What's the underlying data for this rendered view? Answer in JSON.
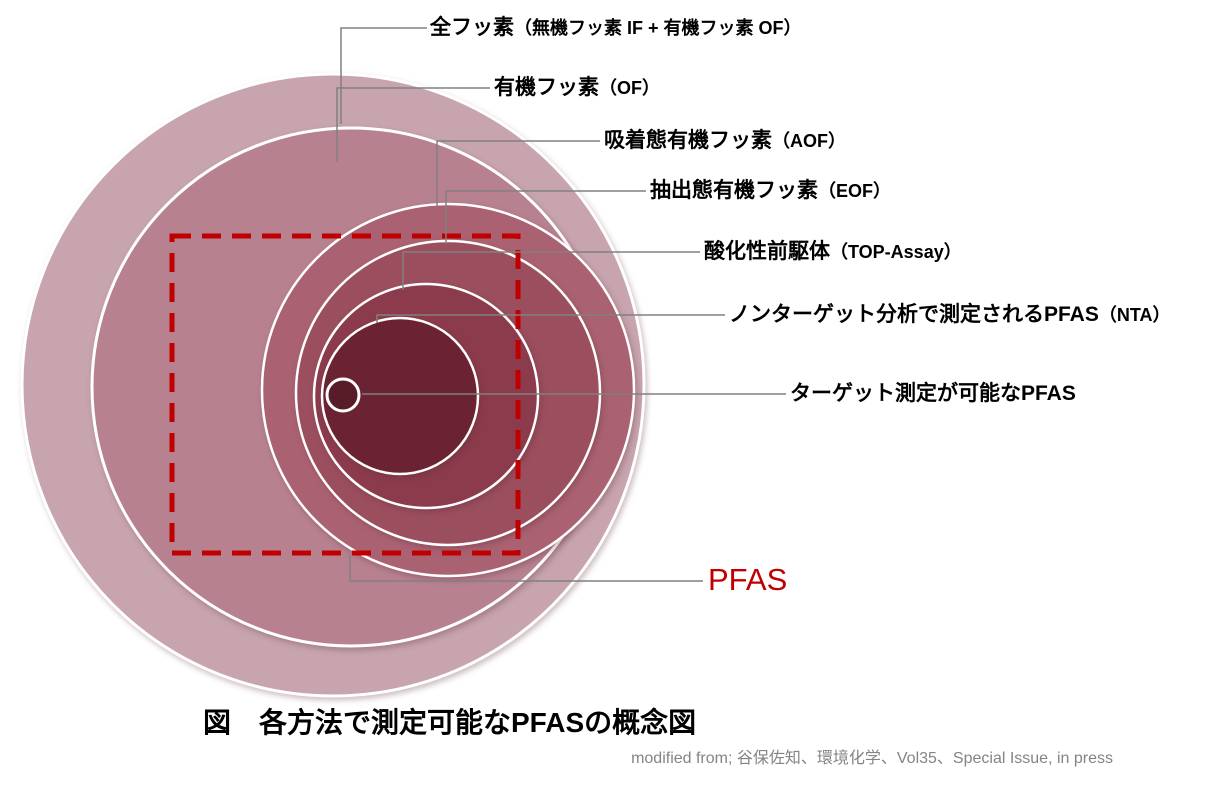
{
  "figure": {
    "title": "図　各方法で測定可能なPFASの概念図",
    "credit": "modified from; 谷保佐知、環境化学、Vol35、Special Issue, in press"
  },
  "labels": {
    "total": {
      "main": "全フッ素",
      "paren": "（無機フッ素 IF + 有機フッ素 OF）"
    },
    "of": {
      "main": "有機フッ素",
      "paren": "（OF）"
    },
    "aof": {
      "main": "吸着態有機フッ素",
      "paren": "（AOF）"
    },
    "eof": {
      "main": "抽出態有機フッ素",
      "paren": "（EOF）"
    },
    "top": {
      "main": "酸化性前駆体",
      "paren": "（TOP-Assay）"
    },
    "nta": {
      "main": "ノンターゲット分析で測定されるPFAS",
      "paren": "（NTA）"
    },
    "target": {
      "main": "ターゲット測定が可能なPFAS",
      "paren": ""
    },
    "pfas": {
      "main": "PFAS"
    }
  },
  "colors": {
    "circle_total": "#c7a4ae",
    "circle_of": "#b7818f",
    "circle_aof": "#aa6272",
    "circle_eof": "#9b4e5e",
    "circle_top": "#8b3b4c",
    "circle_nta": "#6b2333",
    "circle_target": "#571c28",
    "circle_stroke": "#ffffff",
    "pfas_box": "#c00000",
    "pfas_text": "#c00000",
    "leader": "#808080",
    "credit": "#848484"
  }
}
